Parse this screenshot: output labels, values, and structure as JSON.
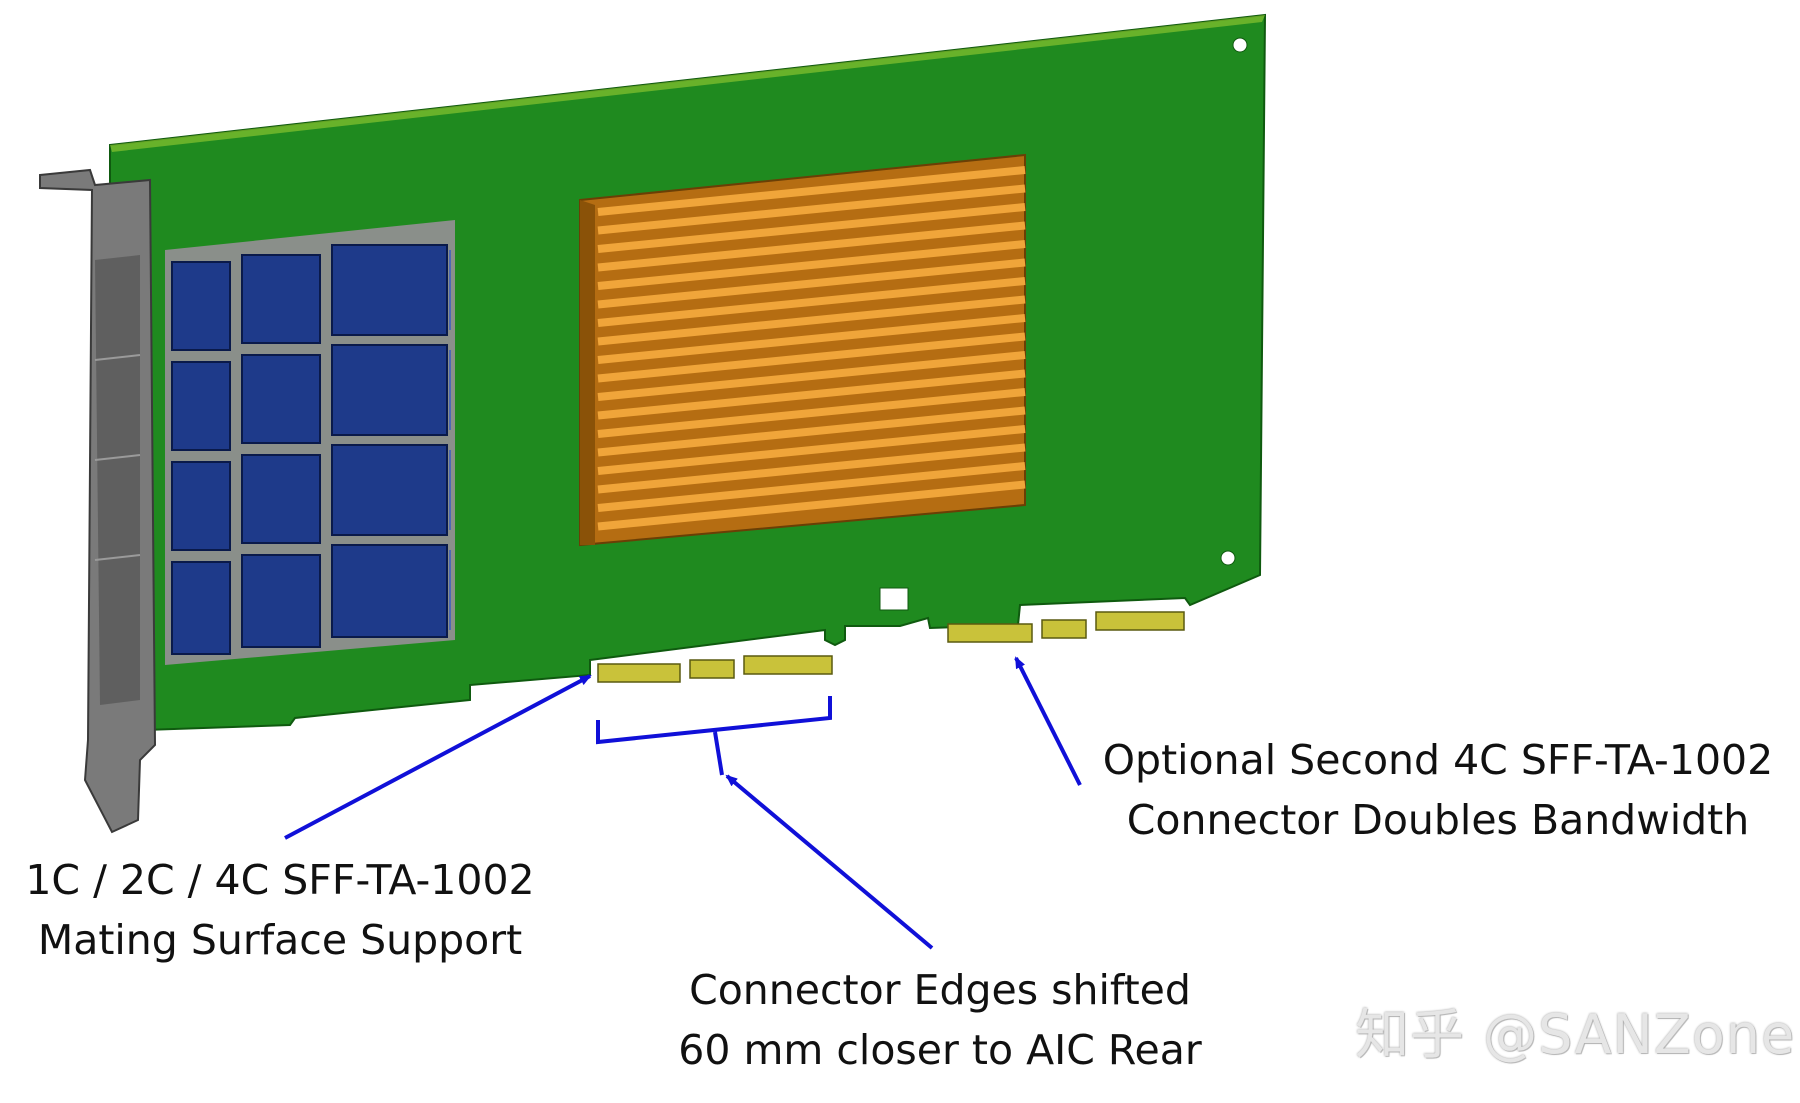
{
  "labels": {
    "mating_surface": [
      "1C / 2C / 4C SFF-TA-1002",
      "Mating Surface Support"
    ],
    "optional_connector": [
      "Optional Second 4C SFF-TA-1002",
      "Connector Doubles Bandwidth"
    ],
    "connector_edges": [
      "Connector Edges shifted",
      "60 mm closer to AIC Rear"
    ]
  },
  "watermark": "知乎 @SANZone",
  "colors": {
    "pcb": "#1f8a1f",
    "heatsink": "#d98a1e",
    "memory_blocks": "#1e3a8a",
    "bracket": "#7a7a7a",
    "gold_fingers": "#c9c23a",
    "arrows": "#1010d8"
  }
}
